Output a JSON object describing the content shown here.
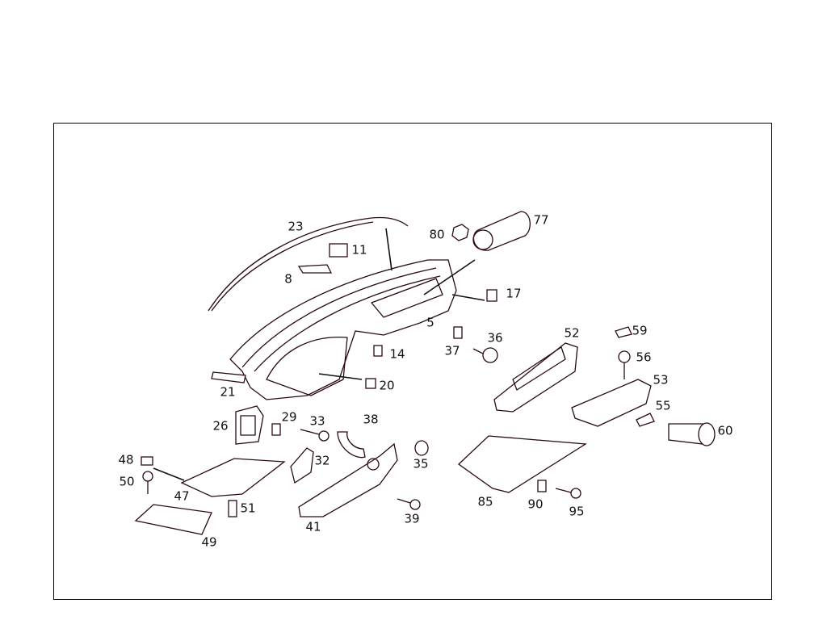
{
  "diagram": {
    "part_labels": [
      "23",
      "80",
      "77",
      "11",
      "8",
      "17",
      "5",
      "36",
      "52",
      "59",
      "37",
      "14",
      "56",
      "53",
      "20",
      "21",
      "55",
      "29",
      "33",
      "38",
      "26",
      "60",
      "48",
      "32",
      "35",
      "50",
      "47",
      "51",
      "41",
      "39",
      "85",
      "90",
      "95",
      "49"
    ],
    "line_color": "#2a0a12",
    "frame_color": "#000000"
  }
}
